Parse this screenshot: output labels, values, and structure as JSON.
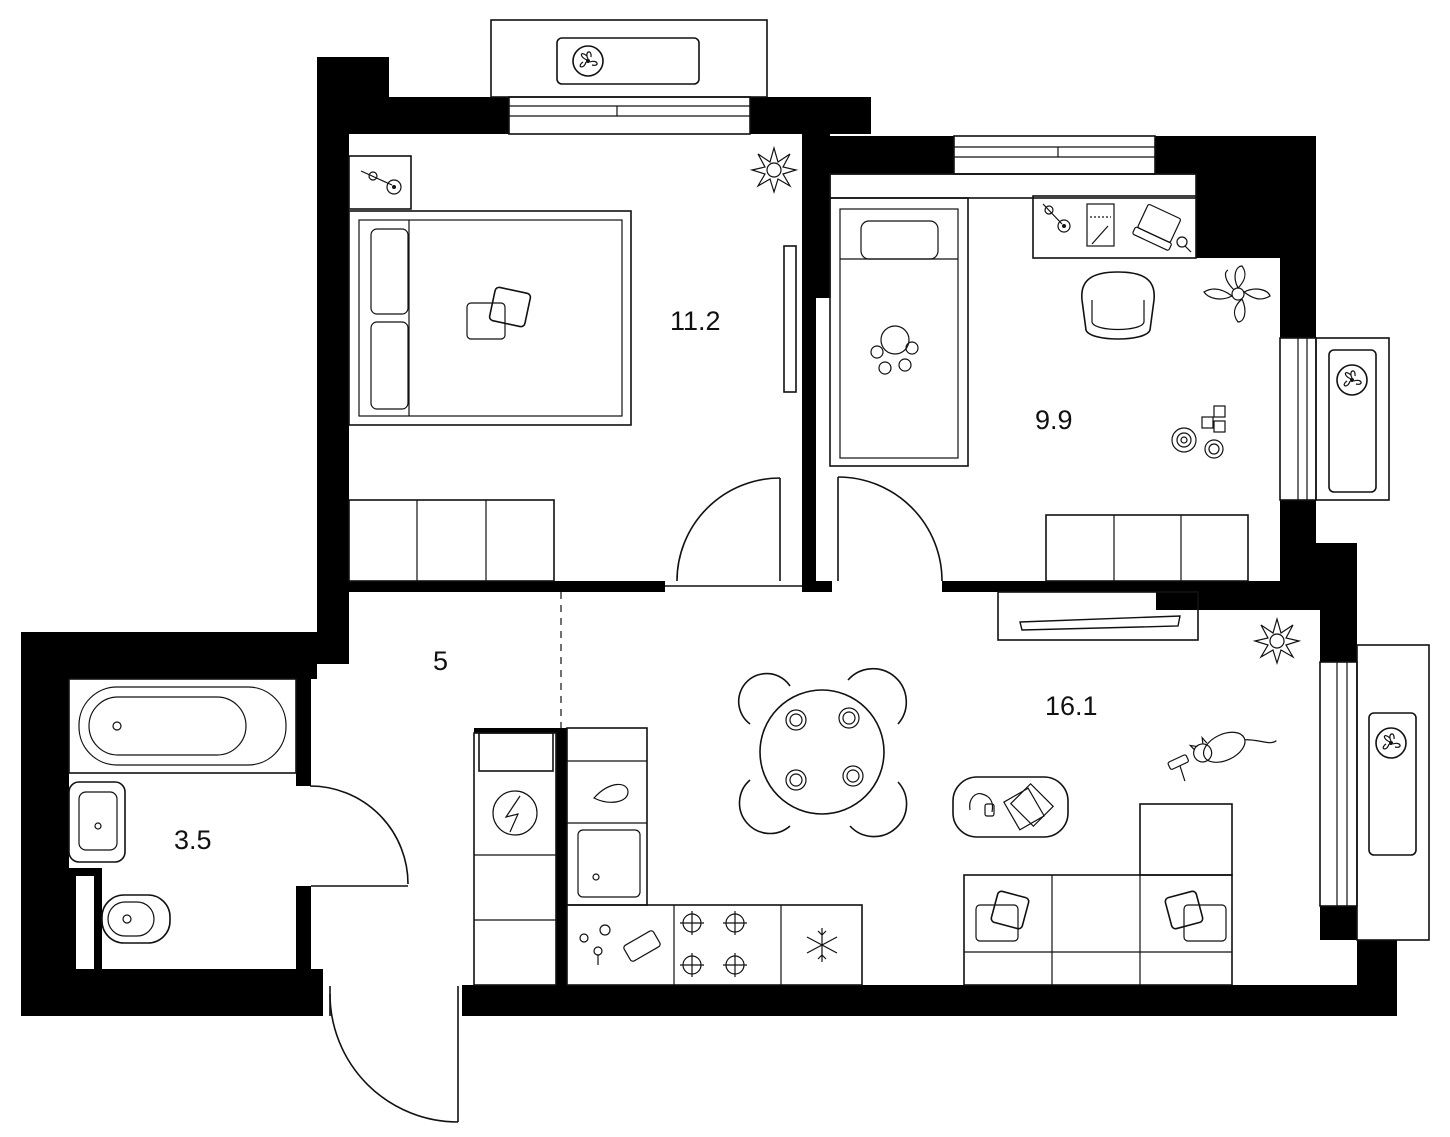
{
  "colors": {
    "wall": "#000000",
    "line": "#111111",
    "background": "#ffffff"
  },
  "rooms": [
    {
      "id": "bedroom",
      "area": "11.2"
    },
    {
      "id": "kids-room",
      "area": "9.9"
    },
    {
      "id": "hallway",
      "area": "5"
    },
    {
      "id": "bathroom",
      "area": "3.5"
    },
    {
      "id": "kitchen-living",
      "area": "16.1"
    }
  ],
  "icons": [
    "fan-icon",
    "plant-icon",
    "lamp-icon",
    "pillow-icon",
    "laptop-icon",
    "toys-icon",
    "cat-icon",
    "snowflake-icon",
    "lightning-icon",
    "headphones-icon"
  ]
}
